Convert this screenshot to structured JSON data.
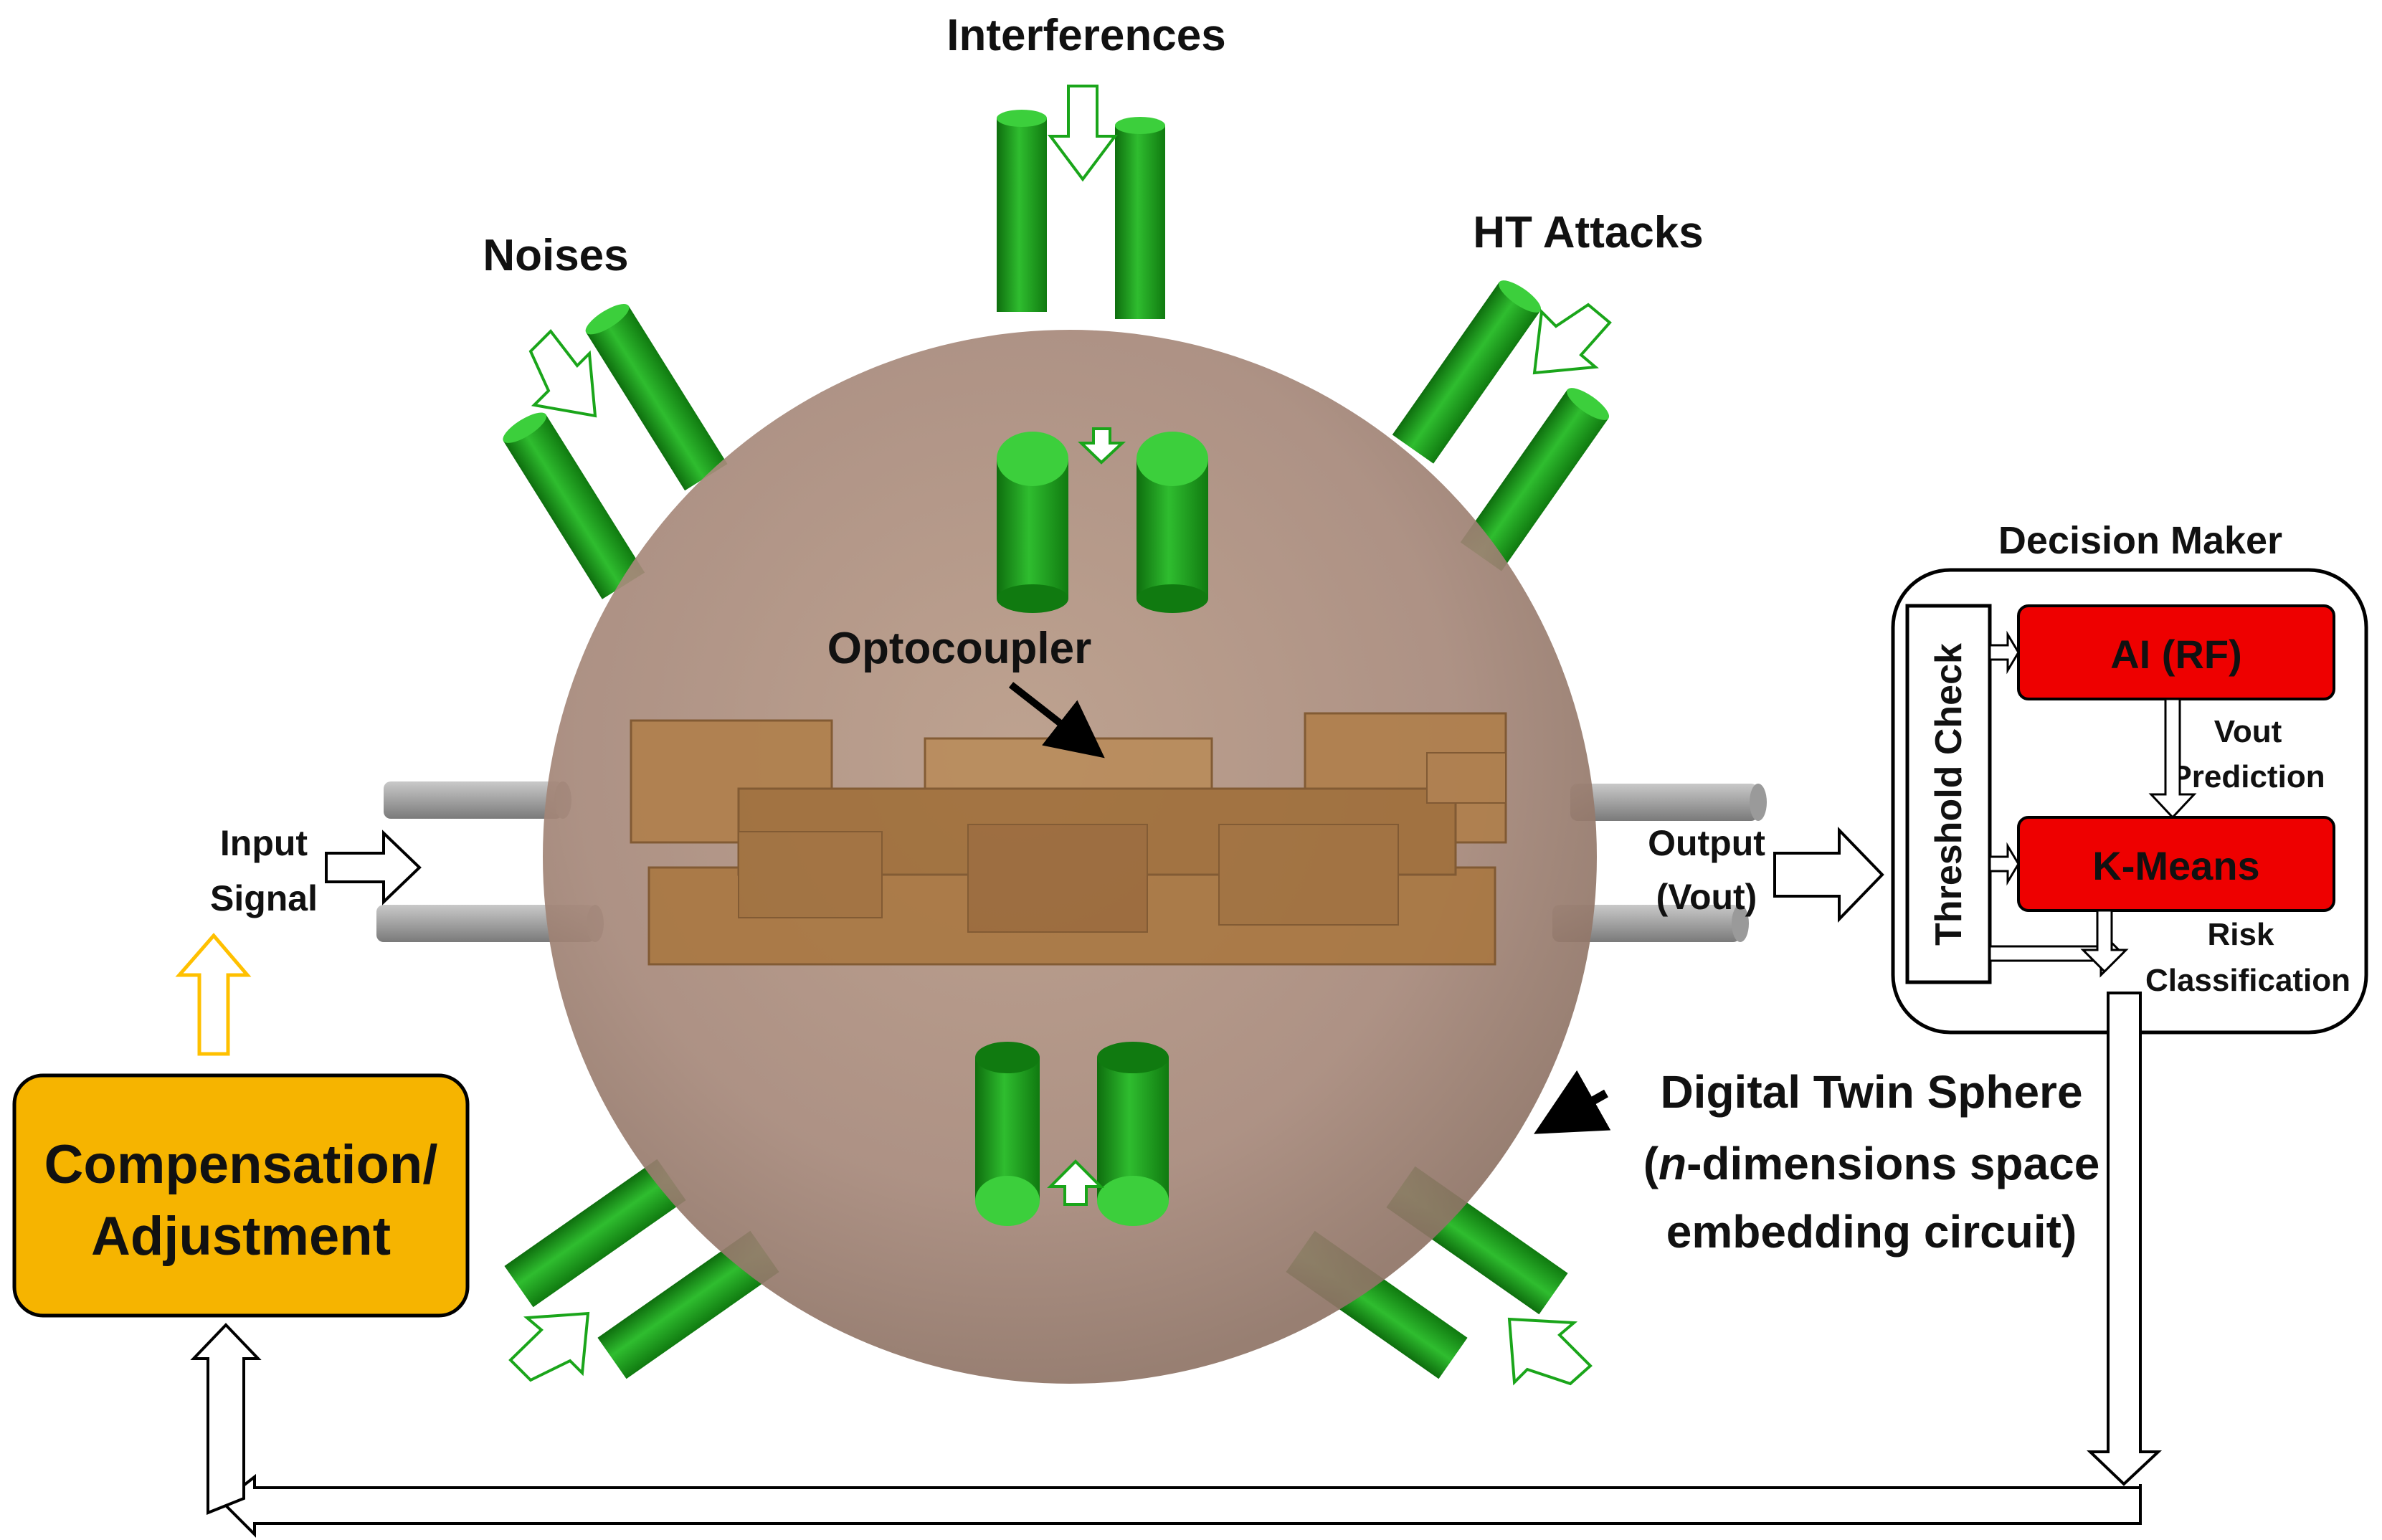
{
  "labels": {
    "interferences": "Interferences",
    "noises": "Noises",
    "ht_attacks": "HT Attacks",
    "optocoupler": "Optocoupler",
    "input_signal_line1": "Input",
    "input_signal_line2": "Signal",
    "output_line1": "Output",
    "output_line2": "(Vout)",
    "digital_twin_line1": "Digital Twin Sphere",
    "digital_twin_line2_italic": "n",
    "digital_twin_line2_rest": "-dimensions space",
    "digital_twin_line3": "embedding circuit)",
    "compensation_line1": "Compensation/",
    "compensation_line2": "Adjustment"
  },
  "decision_maker": {
    "title": "Decision Maker",
    "threshold_check": "Threshold  Check",
    "ai_rf": "AI (RF)",
    "kmeans": "K-Means",
    "vout_prediction_line1": "Vout",
    "vout_prediction_line2": "Prediction",
    "risk_line1": "Risk",
    "risk_line2": "Classification"
  },
  "colors": {
    "sphere": "#a88a76",
    "cylinder_green": "#1e9a1e",
    "arrow_green_outline": "#1aa51a",
    "pin_gray": "#a6a6a6",
    "optocoupler_body": "#a9763e",
    "red_box": "#ee0000",
    "compensation_fill": "#f6b400",
    "feedback_arrow_yellow": "#ffc000"
  }
}
